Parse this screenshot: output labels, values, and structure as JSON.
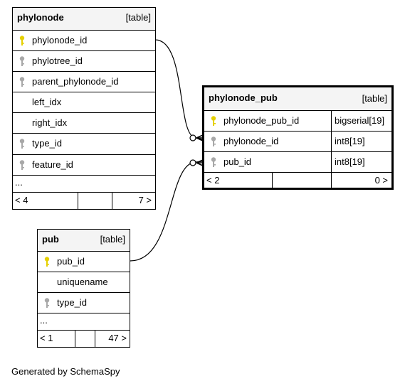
{
  "tables": {
    "phylonode": {
      "name": "phylonode",
      "kind": "[table]",
      "columns": [
        {
          "name": "phylonode_id",
          "key": "primary"
        },
        {
          "name": "phylotree_id",
          "key": "foreign"
        },
        {
          "name": "parent_phylonode_id",
          "key": "foreign"
        },
        {
          "name": "left_idx",
          "key": "none"
        },
        {
          "name": "right_idx",
          "key": "none"
        },
        {
          "name": "type_id",
          "key": "foreign"
        },
        {
          "name": "feature_id",
          "key": "foreign"
        }
      ],
      "more": "...",
      "footer": {
        "parents": "< 4",
        "middle": "",
        "children": "7 >"
      }
    },
    "phylonode_pub": {
      "name": "phylonode_pub",
      "kind": "[table]",
      "columns": [
        {
          "name": "phylonode_pub_id",
          "type": "bigserial[19]",
          "key": "primary"
        },
        {
          "name": "phylonode_id",
          "type": "int8[19]",
          "key": "foreign"
        },
        {
          "name": "pub_id",
          "type": "int8[19]",
          "key": "foreign"
        }
      ],
      "footer": {
        "parents": "< 2",
        "middle": "",
        "children": "0 >"
      }
    },
    "pub": {
      "name": "pub",
      "kind": "[table]",
      "columns": [
        {
          "name": "pub_id",
          "key": "primary"
        },
        {
          "name": "uniquename",
          "key": "none"
        },
        {
          "name": "type_id",
          "key": "foreign"
        }
      ],
      "more": "...",
      "footer": {
        "parents": "< 1",
        "middle": "",
        "children": "47 >"
      }
    }
  },
  "colors": {
    "primary_key": "#e5d000",
    "foreign_key": "#a8a8a8",
    "header_bg": "#f4f4f4"
  },
  "relationships": [
    {
      "from": "phylonode.phylonode_id",
      "to": "phylonode_pub.phylonode_id"
    },
    {
      "from": "pub.pub_id",
      "to": "phylonode_pub.pub_id"
    }
  ],
  "footer_note": "Generated by SchemaSpy"
}
